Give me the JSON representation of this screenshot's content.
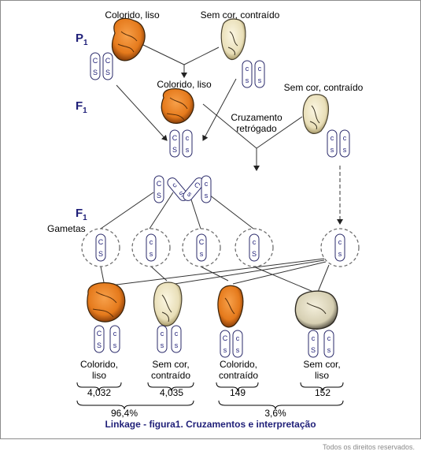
{
  "labels": {
    "p1_colored": "Colorido, liso",
    "p1_colorless": "Sem cor, contraído",
    "f1_colored": "Colorido, liso",
    "f1_colorless": "Sem cor, contraído",
    "cross": [
      "Cruzamento",
      "retrógado"
    ],
    "gametes": "Gametas"
  },
  "generations": {
    "p1": {
      "letter": "P",
      "index": "1"
    },
    "f1_top": {
      "letter": "F",
      "index": "1"
    },
    "f1_bottom": {
      "letter": "F",
      "index": "1"
    }
  },
  "alleles": {
    "C": "C",
    "S": "S",
    "c": "c",
    "s": "s"
  },
  "offspring": [
    {
      "label": [
        "Colorido,",
        "liso"
      ],
      "count": "4,032"
    },
    {
      "label": [
        "Sem cor,",
        "contraído"
      ],
      "count": "4,035"
    },
    {
      "label": [
        "Colorido,",
        "contraído"
      ],
      "count": "149"
    },
    {
      "label": [
        "Sem cor,",
        "liso"
      ],
      "count": "152"
    }
  ],
  "percentages": {
    "parental": "96,4%",
    "recombinant": "3,6%"
  },
  "caption": "Linkage - figura1. Cruzamentos e interpretação",
  "footer": "Todos os direitos reservados.",
  "colors": {
    "text_blue": "#1f1f78",
    "colored_seed": "#e8832a",
    "colorless_seed": "#f2ecd2",
    "frame": "#8c8c8c"
  }
}
